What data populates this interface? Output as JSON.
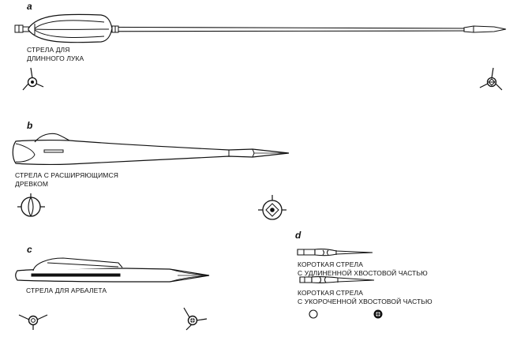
{
  "sections": [
    {
      "letter": "a",
      "caption_lines": [
        "СТРЕЛА ДЛЯ",
        "ДЛИННОГО ЛУКА"
      ]
    },
    {
      "letter": "b",
      "caption_lines": [
        "СТРЕЛА С РАСШИРЯЮЩИМСЯ",
        "ДРЕВКОМ"
      ]
    },
    {
      "letter": "c",
      "caption_lines": [
        "СТРЕЛА ДЛЯ АРБАЛЕТА"
      ]
    },
    {
      "letter": "d",
      "items": [
        {
          "caption_lines": [
            "КОРОТКАЯ СТРЕЛА",
            "С УДЛИНЕННОЙ ХВОСТОВОЙ ЧАСТЬЮ"
          ]
        },
        {
          "caption_lines": [
            "КОРОТКАЯ СТРЕЛА",
            "С УКОРОЧЕННОЙ ХВОСТОВОЙ ЧАСТЬЮ"
          ]
        }
      ]
    }
  ]
}
